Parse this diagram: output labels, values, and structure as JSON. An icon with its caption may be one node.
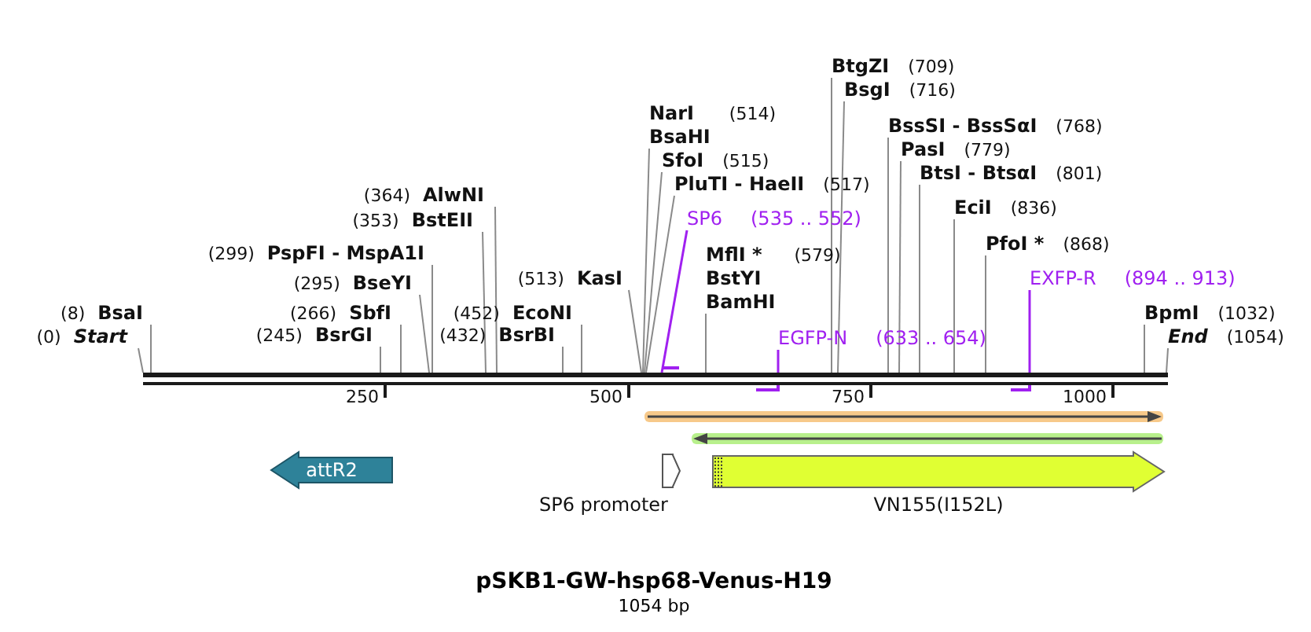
{
  "diagram": {
    "title": "pSKB1-GW-hsp68-Venus-H19",
    "caption": "1054 bp",
    "nodes": [
      {
        "text": [
          "BtgZI"
        ],
        "beside": [
          "(709)"
        ]
      },
      {
        "text": [
          "BsgI"
        ],
        "beside": [
          "(716)"
        ]
      },
      {
        "text": [
          "NarI",
          "BsaHI"
        ],
        "beside": [
          "(514)"
        ]
      },
      {
        "text": [
          "BssSI  - BssSαI"
        ],
        "beside": [
          "(768)"
        ]
      },
      {
        "text": [
          "PasI"
        ],
        "beside": [
          "(779)"
        ]
      },
      {
        "text": [
          "SfoI"
        ],
        "beside": [
          "(515)"
        ]
      },
      {
        "text": [
          "BtsI  - BtsαI"
        ],
        "beside": [
          "(801)"
        ]
      },
      {
        "text": [
          "PluTI  - HaeII"
        ],
        "beside": [
          "(517)"
        ]
      },
      {
        "text": [
          "AlwNI"
        ],
        "beside": [
          "(364)"
        ]
      },
      {
        "text": [
          "EciI"
        ],
        "beside": [
          "(836)"
        ]
      },
      {
        "text": [
          "BstEII"
        ],
        "beside": [
          "(353)"
        ]
      },
      {
        "text": [
          "SP6"
        ],
        "beside": [
          "(535 .. 552)"
        ]
      },
      {
        "text": [
          "PfoI *"
        ],
        "beside": [
          "(868)"
        ]
      },
      {
        "text": [
          "PspFI  - MspA1I"
        ],
        "beside": [
          "(299)"
        ]
      },
      {
        "text": [
          "MflI *",
          "BstYI",
          "BamHI"
        ],
        "beside": [
          "(579)"
        ]
      },
      {
        "text": [
          "KasI"
        ],
        "beside": [
          "(513)"
        ]
      },
      {
        "text": [
          "BseYI"
        ],
        "beside": [
          "(295)"
        ]
      },
      {
        "text": [
          "EXFP-R"
        ],
        "beside": [
          "(894 .. 913)"
        ]
      },
      {
        "text": [
          "BsaI"
        ],
        "beside": [
          "(8)"
        ]
      },
      {
        "text": [
          "SbfI"
        ],
        "beside": [
          "(266)"
        ]
      },
      {
        "text": [
          "EcoNI"
        ],
        "beside": [
          "(452)"
        ]
      },
      {
        "text": [
          "BpmI"
        ],
        "beside": [
          "(1032)"
        ]
      },
      {
        "text": [
          "Start"
        ],
        "beside": [
          "(0)"
        ]
      },
      {
        "text": [
          "BsrGI"
        ],
        "beside": [
          "(245)"
        ]
      },
      {
        "text": [
          "BsrBI"
        ],
        "beside": [
          "(432)"
        ]
      },
      {
        "text": [
          "EGFP-N"
        ],
        "beside": [
          "(633 .. 654)"
        ]
      },
      {
        "text": [
          "End"
        ],
        "beside": [
          "(1054)"
        ]
      },
      {
        "text": [],
        "shape": "bar"
      },
      {
        "text": [
          "attR2"
        ]
      },
      {
        "text": [
          "SP6 promoter"
        ]
      },
      {
        "text": [
          "VN155(I152L)"
        ]
      }
    ],
    "edges": [
      {
        "from": 0,
        "to": 27,
        "arrow": "none"
      },
      {
        "from": 1,
        "to": 27,
        "arrow": "none"
      },
      {
        "from": 2,
        "to": 27,
        "arrow": "none"
      },
      {
        "from": 3,
        "to": 27,
        "arrow": "none"
      },
      {
        "from": 4,
        "to": 27,
        "arrow": "none"
      },
      {
        "from": 5,
        "to": 27,
        "arrow": "none"
      },
      {
        "from": 6,
        "to": 27,
        "arrow": "none"
      },
      {
        "from": 7,
        "to": 27,
        "arrow": "none"
      },
      {
        "from": 8,
        "to": 27,
        "arrow": "none"
      },
      {
        "from": 9,
        "to": 27,
        "arrow": "none"
      },
      {
        "from": 10,
        "to": 27,
        "arrow": "none"
      },
      {
        "from": 11,
        "to": 27,
        "arrow": "none",
        "color": "#a020f0"
      },
      {
        "from": 12,
        "to": 27,
        "arrow": "none"
      },
      {
        "from": 13,
        "to": 27,
        "arrow": "none"
      },
      {
        "from": 14,
        "to": 27,
        "arrow": "none"
      },
      {
        "from": 15,
        "to": 27,
        "arrow": "none"
      },
      {
        "from": 16,
        "to": 27,
        "arrow": "none"
      },
      {
        "from": 17,
        "to": 27,
        "arrow": "none",
        "color": "#a020f0"
      },
      {
        "from": 18,
        "to": 27,
        "arrow": "none"
      },
      {
        "from": 19,
        "to": 27,
        "arrow": "none"
      },
      {
        "from": 20,
        "to": 27,
        "arrow": "none"
      },
      {
        "from": 21,
        "to": 27,
        "arrow": "none"
      },
      {
        "from": 22,
        "to": 27,
        "arrow": "none"
      },
      {
        "from": 23,
        "to": 27,
        "arrow": "none"
      },
      {
        "from": 24,
        "to": 27,
        "arrow": "none"
      },
      {
        "from": 25,
        "to": 27,
        "arrow": "none",
        "color": "#a020f0"
      },
      {
        "from": 26,
        "to": 27,
        "arrow": "none"
      }
    ],
    "labels": [
      "250",
      "500",
      "750",
      "1000"
    ]
  }
}
